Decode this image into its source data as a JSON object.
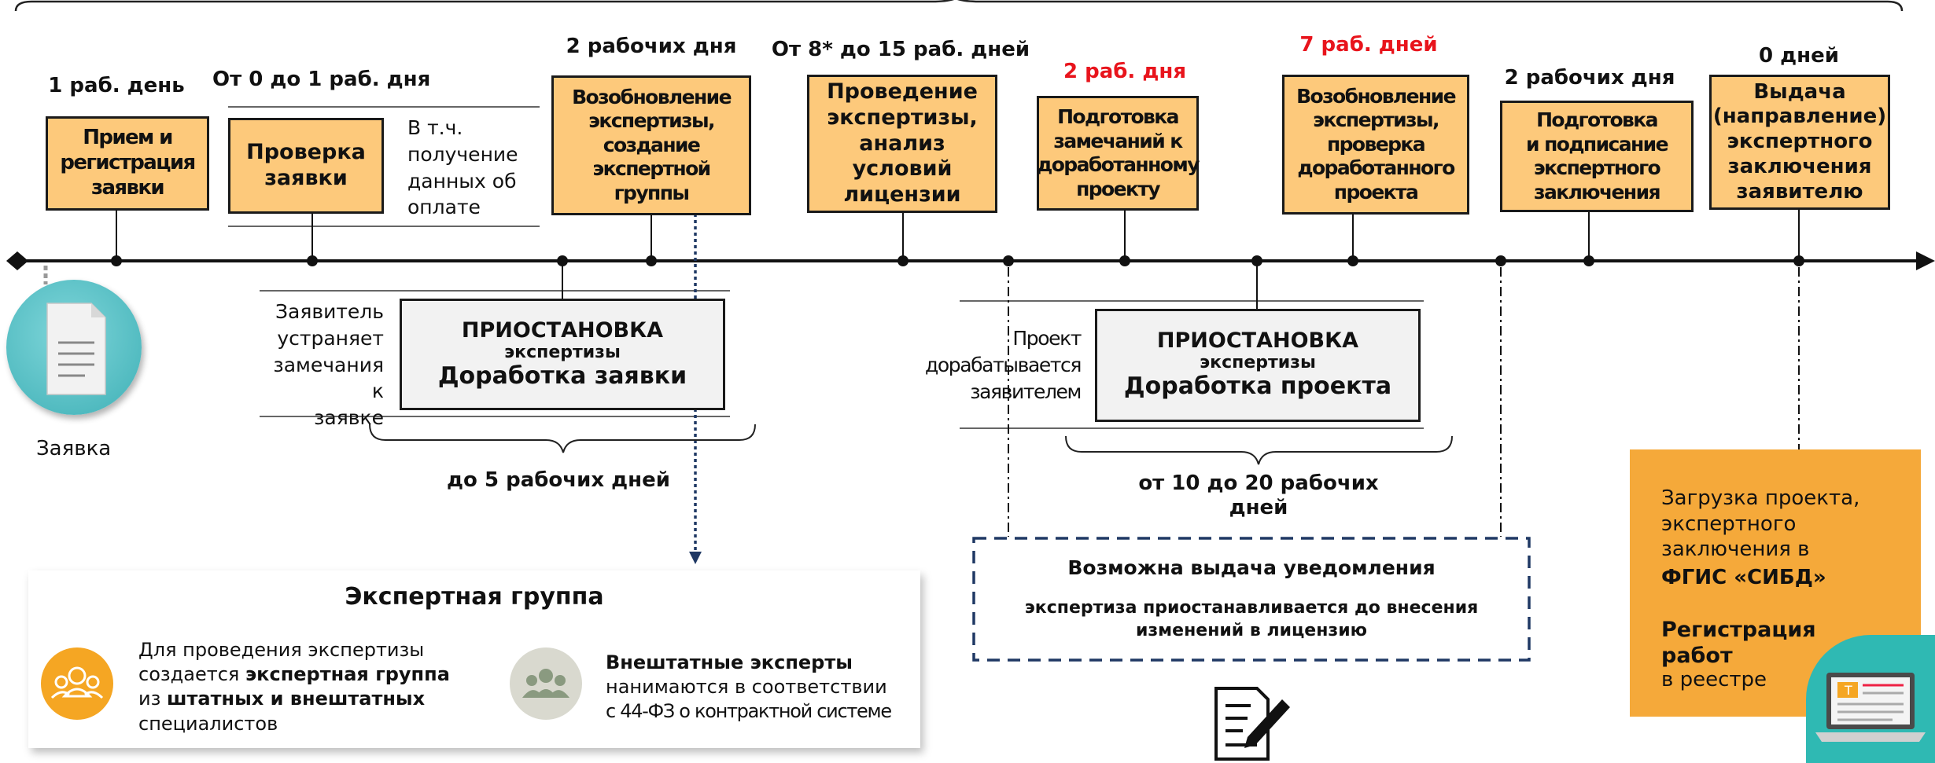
{
  "stages": [
    {
      "id": "s1",
      "duration": "1 раб. день",
      "title": "Прием и\nрегистрация\nзаявки"
    },
    {
      "id": "s2",
      "duration": "От 0 до 1 раб. дня",
      "title": "Проверка\nзаявки",
      "note": "В т.ч.\nполучение\nданных об\nоплате"
    },
    {
      "id": "s3",
      "duration": "2 рабочих дня",
      "title": "Возобновление\nэкспертизы,\nсоздание\nэкспертной\nгруппы"
    },
    {
      "id": "s4",
      "duration": "От 8* до 15 раб. дней",
      "title": "Проведение\nэкспертизы,\nанализ\nусловий\nлицензии"
    },
    {
      "id": "s5",
      "duration": "2 раб. дня",
      "title": "Подготовка\nзамечаний к\nдоработанному\nпроекту"
    },
    {
      "id": "s6",
      "duration": "7 раб. дней",
      "title": "Возобновление\nэкспертизы,\nпроверка\nдоработанного\nпроекта"
    },
    {
      "id": "s7",
      "duration": "2 рабочих дня",
      "title": "Подготовка\nи подписание\nэкспертного\nзаключения"
    },
    {
      "id": "s8",
      "duration": "0 дней",
      "title": "Выдача\n(направление)\nэкспертного\nзаключения\nзаявителю"
    }
  ],
  "application_label": "Заявка",
  "pause1": {
    "line1": "ПРИОСТАНОВКА",
    "line2": "экспертизы",
    "line3": "Доработка заявки",
    "side_text": "Заявитель\nустраняет\nзамечания к\nзаявке",
    "duration": "до 5 рабочих дней"
  },
  "pause2": {
    "line1": "ПРИОСТАНОВКА",
    "line2": "экспертизы",
    "line3": "Доработка проекта",
    "side_text": "Проект\nдорабатывается\nзаявителем",
    "duration": "от 10 до 20 рабочих\nдней"
  },
  "expert_group": {
    "title": "Экспертная группа",
    "staff_text_1": "Для проведения экспертизы",
    "staff_text_2": "создается ",
    "staff_bold_2": "экспертная группа",
    "staff_text_3": "из ",
    "staff_bold_3": "штатных и внештатных",
    "staff_text_4": "специалистов",
    "freelance_bold": "Внештатные эксперты",
    "freelance_text_1": "нанимаются в соответствии",
    "freelance_text_2": "с 44-ФЗ о контрактной системе"
  },
  "notice": {
    "title": "Возможна выдача уведомления",
    "text": "экспертиза приостанавливается до внесения\nизменений в лицензию"
  },
  "fgis": {
    "line1": "Загрузка проекта,\nэкспертного\nзаключения в",
    "bold1": "ФГИС «СИБД»",
    "bold2": "Регистрация\nработ",
    "line2": "в реестре"
  },
  "colors": {
    "box": "#fdc97b",
    "orange_panel": "#f5a93a",
    "teal": "#4ec3c8",
    "navy_dash": "#1f3864",
    "red_text": "#e8141c",
    "pause_bg": "#f2f2f2"
  },
  "icons": [
    "document-icon",
    "team-icon",
    "people-icon",
    "edit-document-icon",
    "laptop-icon"
  ]
}
